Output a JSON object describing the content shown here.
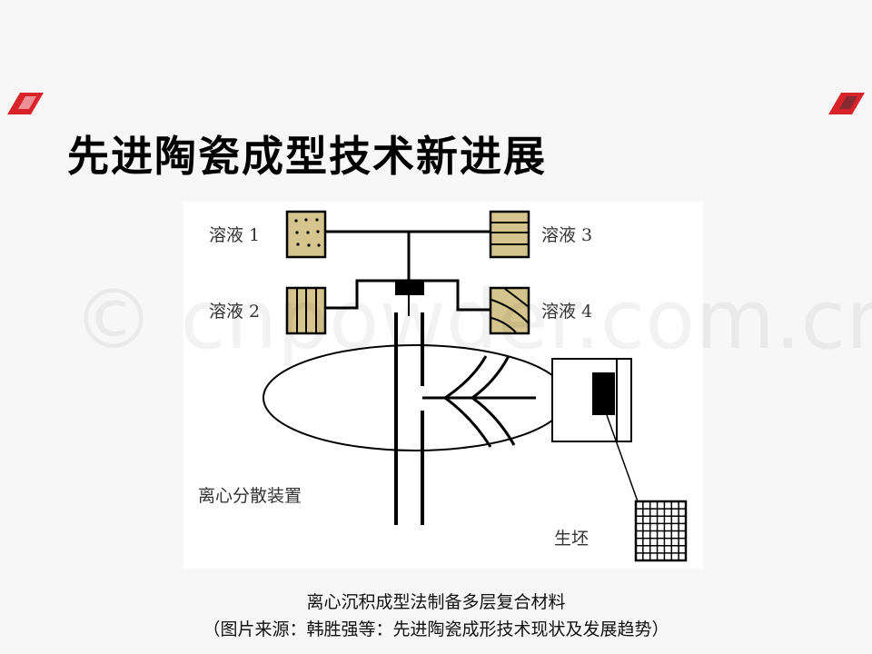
{
  "slide": {
    "title": "先进陶瓷成型技术新进展",
    "watermark": "© cnpowder.com.cn",
    "accent_color": "#d9232a"
  },
  "diagram": {
    "solution_1": "溶液 1",
    "solution_2": "溶液 2",
    "solution_3": "溶液 3",
    "solution_4": "溶液 4",
    "device_label": "离心分散装置",
    "green_body_label": "生坯",
    "box_color": "#d6c48e"
  },
  "caption": {
    "line1": "离心沉积成型法制备多层复合材料",
    "line2": "（图片来源：韩胜强等：先进陶瓷成形技术现状及发展趋势）"
  }
}
